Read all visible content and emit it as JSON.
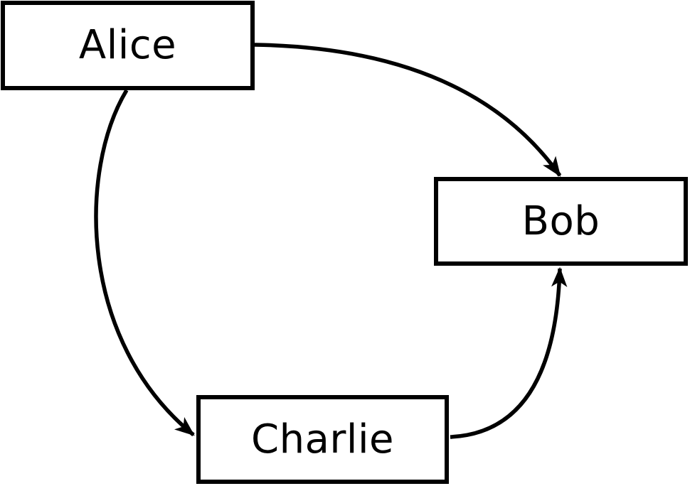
{
  "diagram": {
    "type": "directed-graph",
    "background_color": "#ffffff",
    "node_fill_color": "#ffffff",
    "node_border_color": "#000000",
    "edge_color": "#000000",
    "text_color": "#000000",
    "nodes": [
      {
        "id": "alice",
        "label": "Alice",
        "position": "top-left"
      },
      {
        "id": "bob",
        "label": "Bob",
        "position": "middle-right"
      },
      {
        "id": "charlie",
        "label": "Charlie",
        "position": "bottom-center"
      }
    ],
    "edges": [
      {
        "from": "Alice",
        "to": "Bob",
        "style": "curved",
        "arrowhead": "filled-triangle"
      },
      {
        "from": "Alice",
        "to": "Charlie",
        "style": "curved",
        "arrowhead": "filled-triangle"
      },
      {
        "from": "Charlie",
        "to": "Bob",
        "style": "curved",
        "arrowhead": "filled-triangle"
      }
    ]
  }
}
